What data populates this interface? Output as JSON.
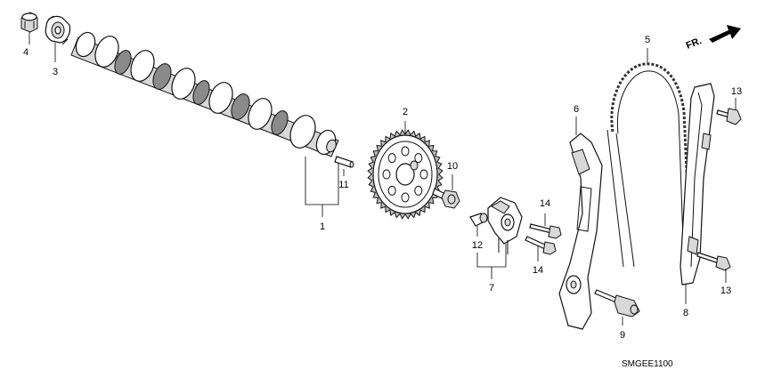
{
  "diagram": {
    "code": "SMGEE1100",
    "direction_label": "FR.",
    "callouts": {
      "c1": "1",
      "c2": "2",
      "c3": "3",
      "c4": "4",
      "c5": "5",
      "c6": "6",
      "c7": "7",
      "c8": "8",
      "c9": "9",
      "c10": "10",
      "c11": "11",
      "c12": "12",
      "c13a": "13",
      "c13b": "13",
      "c14a": "14",
      "c14b": "14"
    },
    "parts": [
      "nut",
      "pulse-plate",
      "camshaft",
      "dowel-pin",
      "sprocket",
      "bolt",
      "chain-tensioner",
      "guide-bolt",
      "tensioner-bolts",
      "cam-chain",
      "tensioner-arm",
      "chain-guide",
      "guide-bolts",
      "pivot-bolt"
    ]
  }
}
